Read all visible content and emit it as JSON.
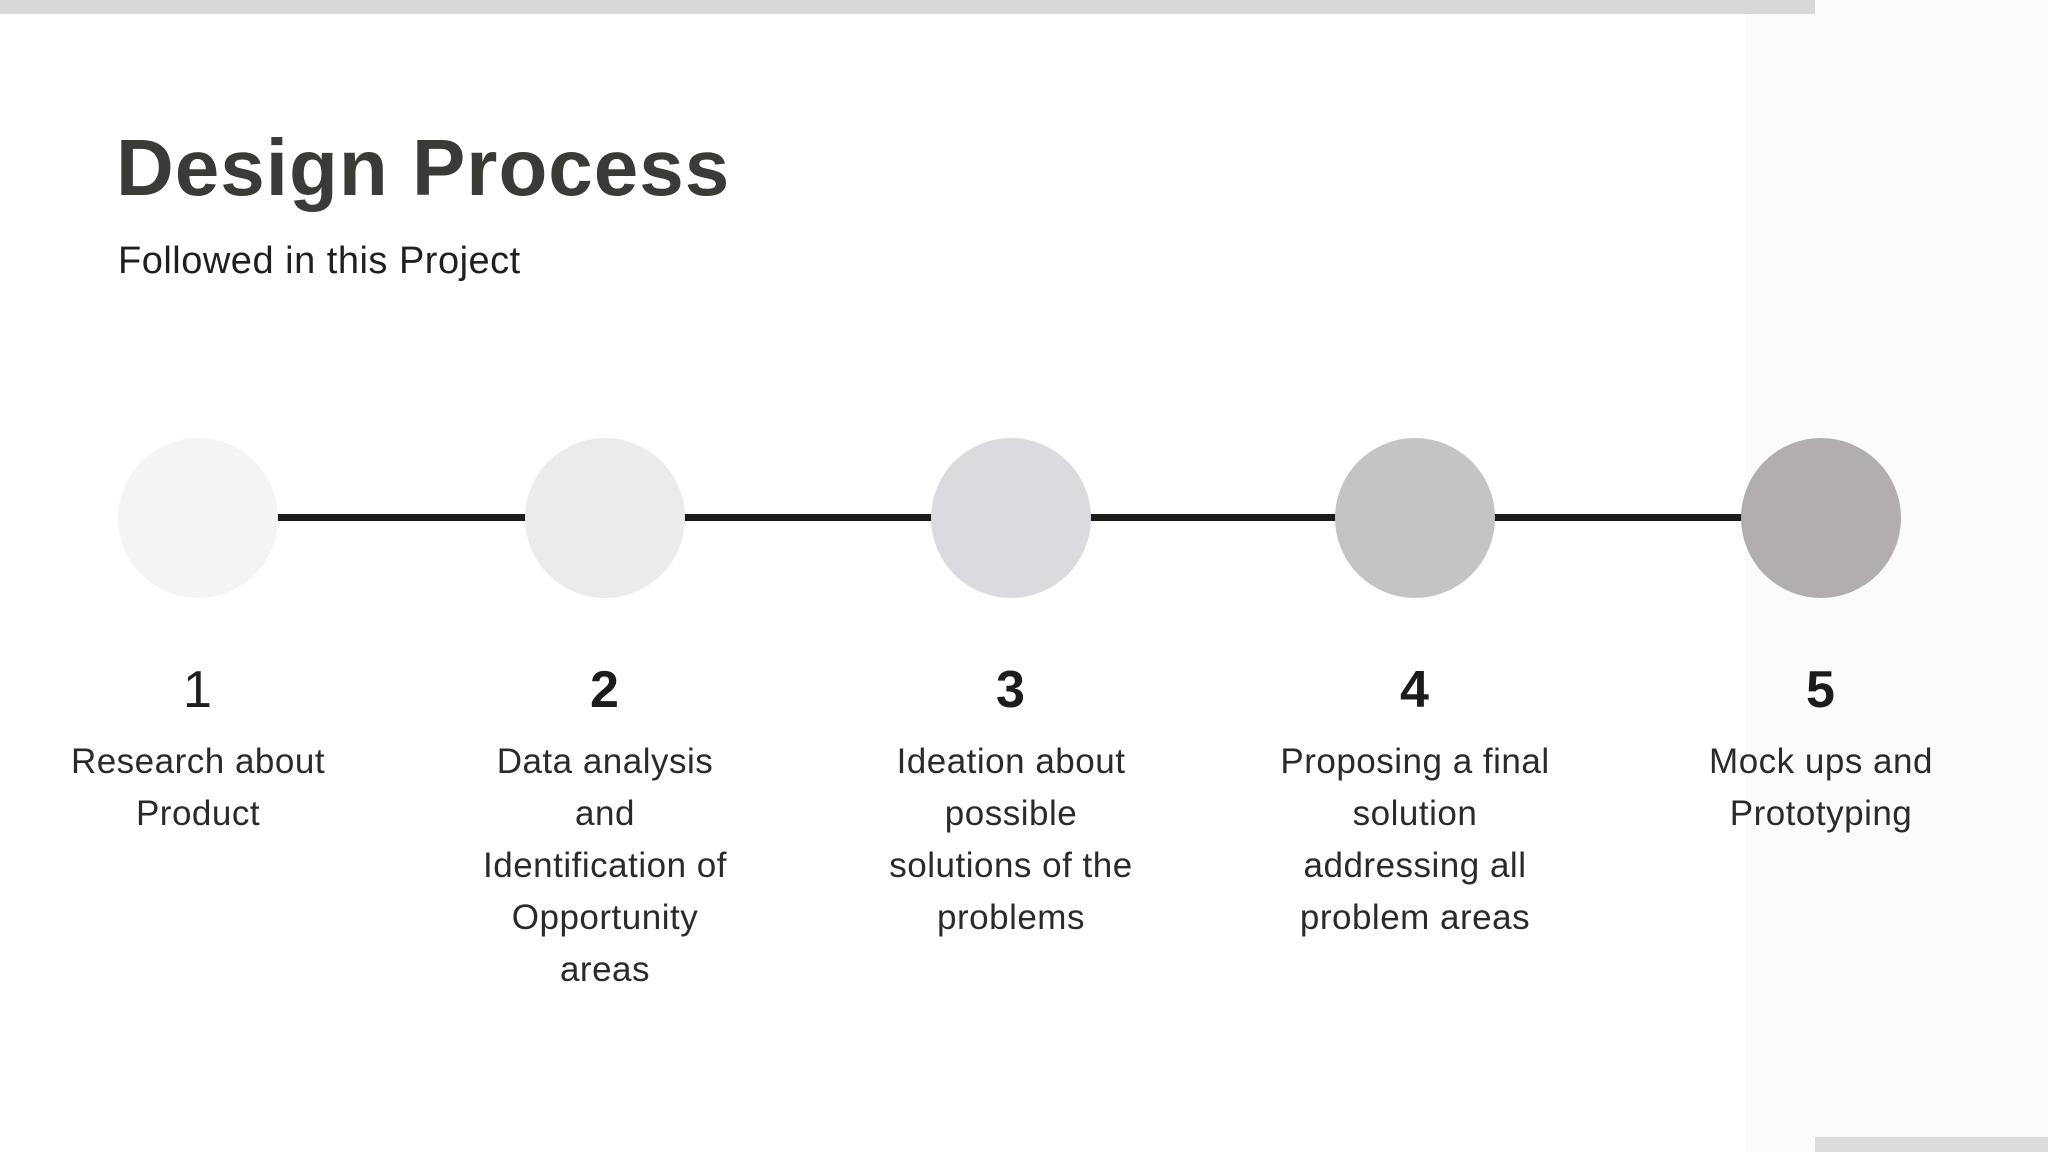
{
  "slide": {
    "title": "Design Process",
    "subtitle": "Followed in this Project",
    "steps": [
      {
        "number": "1",
        "number_weight": "400",
        "label_lines": [
          "Research about",
          "Product"
        ],
        "circle_color": "#f5f4f5"
      },
      {
        "number": "2",
        "number_weight": "700",
        "label_lines": [
          "Data analysis",
          "and",
          "Identification of",
          "Opportunity",
          "areas"
        ],
        "circle_color": "#ebeaec"
      },
      {
        "number": "3",
        "number_weight": "700",
        "label_lines": [
          "Ideation about",
          "possible",
          "solutions of the",
          "problems"
        ],
        "circle_color": "#dbdade"
      },
      {
        "number": "4",
        "number_weight": "700",
        "label_lines": [
          "Proposing a final",
          "solution",
          "addressing all",
          "problem areas"
        ],
        "circle_color": "#c5c3c6"
      },
      {
        "number": "5",
        "number_weight": "700",
        "label_lines": [
          "Mock ups and",
          "Prototyping"
        ],
        "circle_color": "#b2adaf"
      }
    ],
    "colors": {
      "timeline_line": "#1b1b1b",
      "title_text": "#3b3a36",
      "body_text": "#2a2a2a",
      "top_bar": "#d8d8d8",
      "bottom_bar": "#dcdbdd",
      "side_panel": "#fcfbfc"
    }
  }
}
